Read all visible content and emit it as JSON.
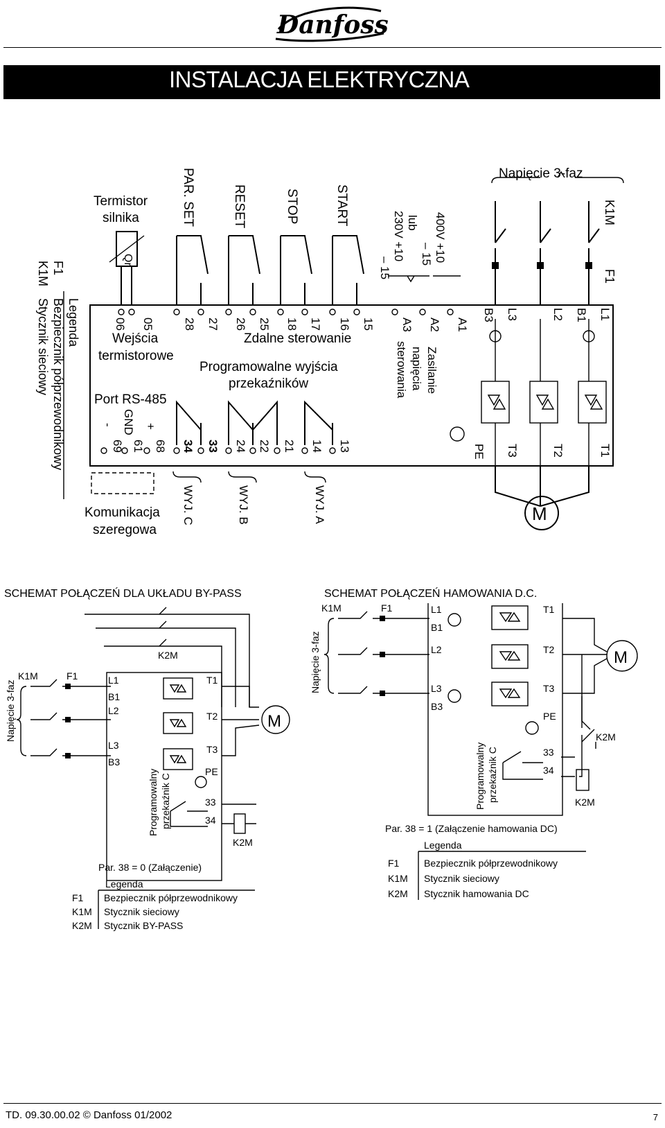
{
  "header": {
    "logo_text": "Danfoss",
    "title": "INSTALACJA ELEKTRYCZNA"
  },
  "main_diagram": {
    "supply_label": "Napięcie 3-faz",
    "k1m": "K1M",
    "f1": "F1",
    "thermistor_label": [
      "Termistor",
      "silnika"
    ],
    "qr": "Qr",
    "inputs": [
      "PAR. SET",
      "RESET",
      "STOP",
      "START"
    ],
    "voltage": [
      "400V +10",
      "– 15",
      "lub",
      "230V +10",
      "– 15"
    ],
    "legend_title": "Legenda",
    "legend_rows": [
      {
        "code": "F1",
        "text": "Bezpiecznik półprzewodnikowy"
      },
      {
        "code": "K1M",
        "text": "Stycznik sieciowy"
      }
    ],
    "top_terminals": [
      "06",
      "05",
      "28",
      "27",
      "26",
      "25",
      "18",
      "17",
      "16",
      "15",
      "A3",
      "A2",
      "A1"
    ],
    "phase_in": [
      "B3",
      "L3",
      "L2",
      "B1",
      "L1"
    ],
    "thermistor_inputs": [
      "Wejścia",
      "termistorowe"
    ],
    "remote_control": "Zdalne sterowanie",
    "supply_control": [
      "Zasilanie",
      "napięcia",
      "sterowania"
    ],
    "relay_outputs": [
      "Programowalne wyjścia",
      "przekaźników"
    ],
    "rs485": "Port RS-485",
    "rs485_pins": [
      "-",
      "GND",
      "+"
    ],
    "bottom_terminals": [
      "69",
      "61",
      "68",
      "34",
      "33",
      "24",
      "22",
      "21",
      "14",
      "13"
    ],
    "pe": "PE",
    "phase_out": [
      "T3",
      "T2",
      "T1"
    ],
    "serial": [
      "Komunikacja",
      "szeregowa"
    ],
    "outputs": [
      "WYJ. C",
      "WYJ. B",
      "WYJ. A"
    ],
    "motor": "M"
  },
  "bypass": {
    "heading": "SCHEMAT POŁĄCZEŃ DLA UKŁADU BY-PASS",
    "k2m": "K2M",
    "k1m": "K1M",
    "f1": "F1",
    "supply_label": "Napięcie 3-faz",
    "terminals_left": [
      "L1",
      "B1",
      "L2",
      "L3",
      "B3"
    ],
    "terminals_right": [
      "T1",
      "T2",
      "T3"
    ],
    "pe": "PE",
    "relay_label": [
      "Programowalny",
      "przekaźnik C"
    ],
    "relay_terms": [
      "33",
      "34"
    ],
    "motor": "M",
    "param": "Par. 38 = 0 (Załączenie)",
    "legend_title": "Legenda",
    "legend_rows": [
      {
        "code": "F1",
        "text": "Bezpiecznik półprzewodnikowy"
      },
      {
        "code": "K1M",
        "text": "Stycznik sieciowy"
      },
      {
        "code": "K2M",
        "text": "Stycznik BY-PASS"
      }
    ]
  },
  "braking": {
    "heading": "SCHEMAT POŁĄCZEŃ HAMOWANIA D.C.",
    "k1m": "K1M",
    "f1": "F1",
    "supply_label": "Napięcie 3-faz",
    "terminals_left": [
      "L1",
      "B1",
      "L2",
      "L3",
      "B3"
    ],
    "terminals_right": [
      "T1",
      "T2",
      "T3"
    ],
    "pe": "PE",
    "relay_label": [
      "Programowalny",
      "przekaźnik C"
    ],
    "relay_terms": [
      "33",
      "34"
    ],
    "k2m": "K2M",
    "motor": "M",
    "param": "Par. 38 = 1 (Załączenie hamowania DC)",
    "legend_title": "Legenda",
    "legend_rows": [
      {
        "code": "F1",
        "text": "Bezpiecznik półprzewodnikowy"
      },
      {
        "code": "K1M",
        "text": "Stycznik sieciowy"
      },
      {
        "code": "K2M",
        "text": "Stycznik hamowania DC"
      }
    ]
  },
  "footer": {
    "doc_id": "TD. 09.30.00.02 © Danfoss 01/2002",
    "page": "7"
  }
}
